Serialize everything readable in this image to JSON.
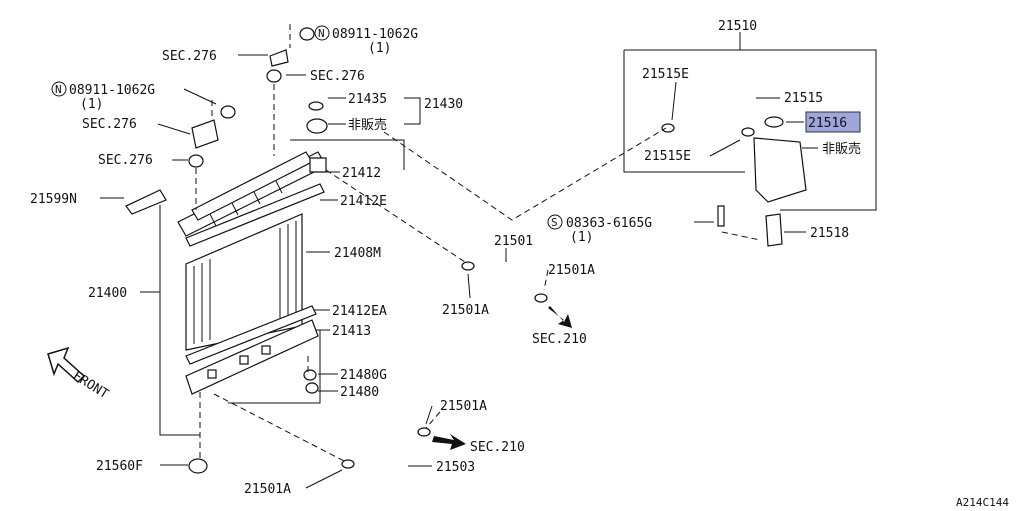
{
  "labels": {
    "p21510": "21510",
    "p21515E_top": "21515E",
    "p21515": "21515",
    "p21516": "21516",
    "hihanbai_tank": "非販売",
    "p21515E_bot": "21515E",
    "n08911_top": "08911-1062G",
    "n08911_top_qty": "(1)",
    "sec276_a": "SEC.276",
    "sec276_b": "SEC.276",
    "n08911_left": "08911-1062G",
    "n08911_left_qty": "(1)",
    "sec276_c": "SEC.276",
    "sec276_d": "SEC.276",
    "p21435": "21435",
    "p21430": "21430",
    "hihanbai_cap": "非販売",
    "p21412": "21412",
    "p21412E": "21412E",
    "p21599N": "21599N",
    "s08363": "08363-6165G",
    "s08363_qty": "(1)",
    "p21518": "21518",
    "p21501_top": "21501",
    "p21501A_r": "21501A",
    "p21501A_l": "21501A",
    "p21408M": "21408M",
    "p21400": "21400",
    "p21412EA": "21412EA",
    "p21413": "21413",
    "sec210_a": "SEC.210",
    "front": "FRONT",
    "p21480G": "21480G",
    "p21480": "21480",
    "p21501A_lower": "21501A",
    "sec210_b": "SEC.210",
    "p21560F": "21560F",
    "p21503": "21503",
    "p21501A_bottom": "21501A",
    "diagram_code": "A214C144",
    "n_symbol": "N",
    "s_symbol": "S"
  },
  "highlight_color": "#9ea6dd"
}
